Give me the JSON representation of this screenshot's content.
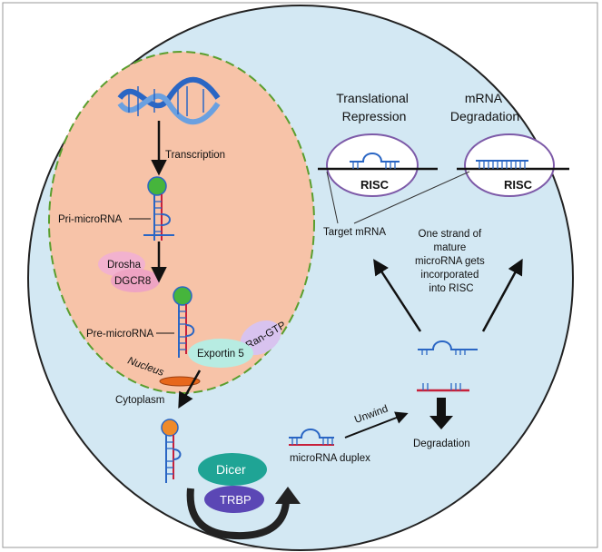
{
  "labels": {
    "transcription": "Transcription",
    "pri_microrna": "Pri-microRNA",
    "drosha": "Drosha",
    "dgcr8": "DGCR8",
    "pre_microrna": "Pre-microRNA",
    "ran_gtp": "Ran-GTP",
    "exportin5": "Exportin 5",
    "nucleus": "Nucleus",
    "cytoplasm": "Cytoplasm",
    "dicer": "Dicer",
    "trbp": "TRBP",
    "microrna_duplex": "microRNA duplex",
    "unwind": "Unwind",
    "degradation": "Degradation",
    "target_mrna": "Target mRNA",
    "risc": "RISC",
    "translational_repression": [
      "Translational",
      "Repression"
    ],
    "mrna_degradation": [
      "mRNA",
      "Degradation"
    ],
    "one_strand": [
      "One strand of",
      "mature",
      "microRNA gets",
      "incorporated",
      "into RISC"
    ]
  },
  "colors": {
    "cell": "#d3e8f3",
    "nucleus": "#f7c3a8",
    "nucleus_border": "#5a9e2e",
    "strand_blue": "#2a66c4",
    "strand_red": "#c7203a",
    "loop_green": "#46b53c",
    "loop_orange": "#ef8a2a",
    "drosha": "#f2b2cf",
    "exportin": "#b7ece2",
    "ran_gtp": "#d8c3ef",
    "pore": "#e7671c",
    "dicer": "#1fa495",
    "trbp": "#5b47b5",
    "risc_fill": "#ffffff",
    "risc_border": "#7d5aa8"
  }
}
